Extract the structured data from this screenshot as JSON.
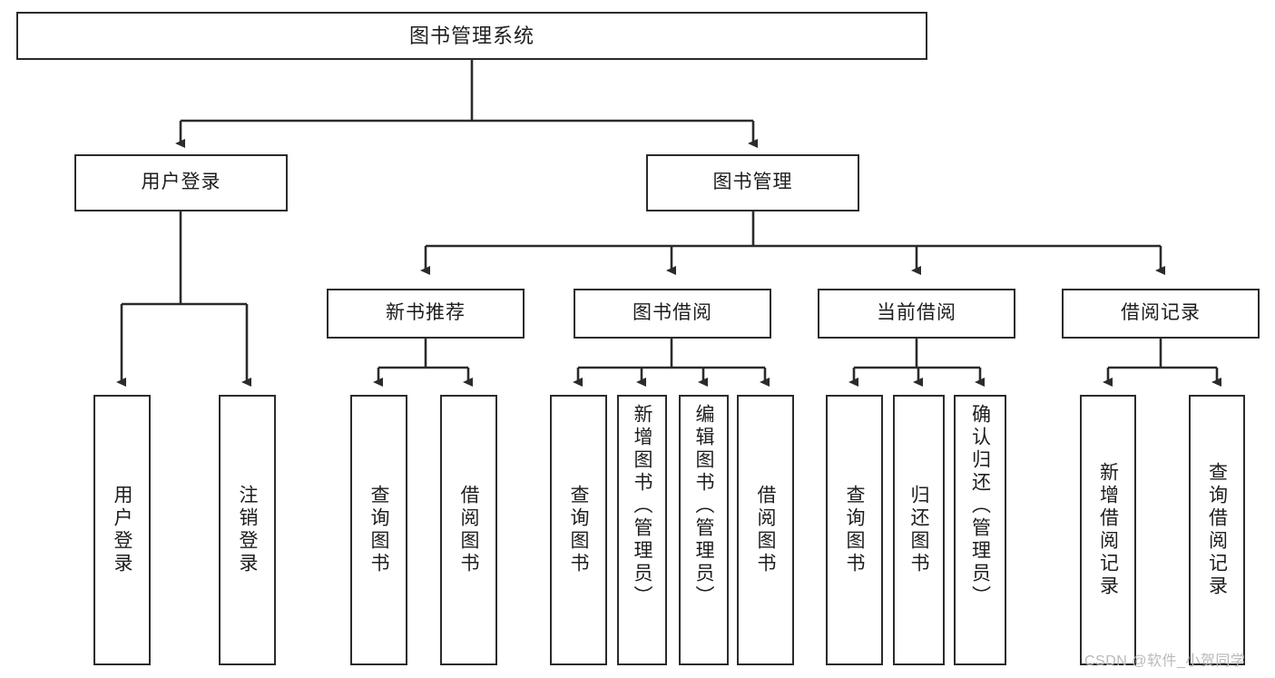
{
  "diagram": {
    "type": "tree",
    "title": "图书管理系统",
    "watermark": "CSDN @软件_小贺同学",
    "root": {
      "label": "图书管理系统"
    },
    "level2": [
      {
        "label": "用户登录"
      },
      {
        "label": "图书管理"
      }
    ],
    "level3": [
      {
        "label": "新书推荐"
      },
      {
        "label": "图书借阅"
      },
      {
        "label": "当前借阅"
      },
      {
        "label": "借阅记录"
      }
    ],
    "leaves": [
      {
        "label": "用户登录",
        "parent": "用户登录"
      },
      {
        "label": "注销登录",
        "parent": "用户登录"
      },
      {
        "label": "查询图书",
        "parent": "新书推荐"
      },
      {
        "label": "借阅图书",
        "parent": "新书推荐"
      },
      {
        "label": "查询图书",
        "parent": "图书借阅"
      },
      {
        "label": "新增图书（管理员）",
        "parent": "图书借阅"
      },
      {
        "label": "编辑图书（管理员）",
        "parent": "图书借阅"
      },
      {
        "label": "借阅图书",
        "parent": "图书借阅"
      },
      {
        "label": "查询图书",
        "parent": "当前借阅"
      },
      {
        "label": "归还图书",
        "parent": "当前借阅"
      },
      {
        "label": "确认归还（管理员）",
        "parent": "当前借阅"
      },
      {
        "label": "新增借阅记录",
        "parent": "借阅记录"
      },
      {
        "label": "查询借阅记录",
        "parent": "借阅记录"
      }
    ],
    "colors": {
      "stroke": "#2b2b2b",
      "fill": "#ffffff",
      "text": "#1d1d1d",
      "watermark": "#b9b9b9"
    }
  }
}
